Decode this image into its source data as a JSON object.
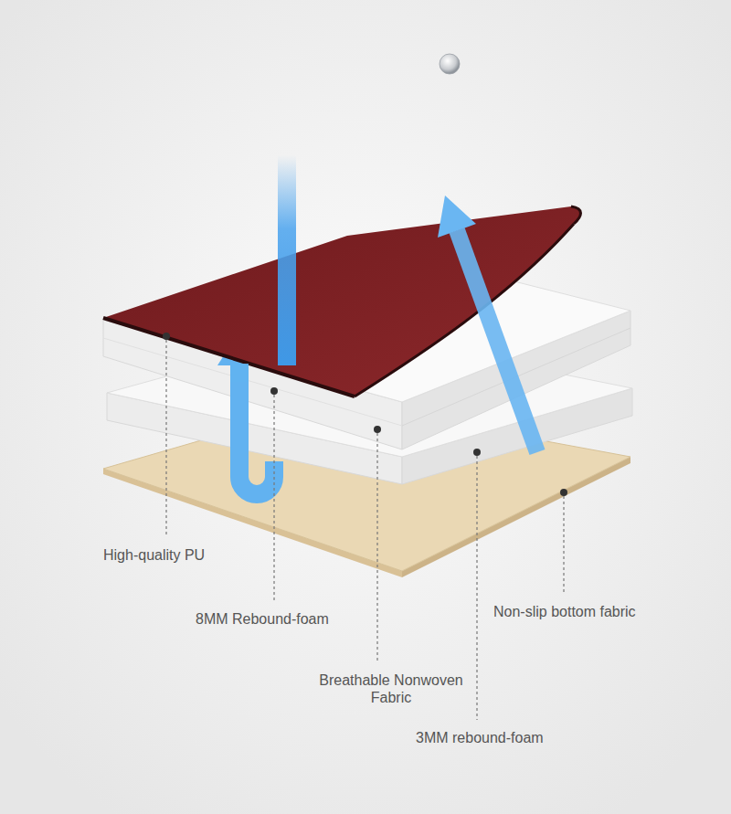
{
  "diagram": {
    "labels": [
      "High-quality PU",
      "Non-slip bottom fabric",
      "8MM Rebound-foam",
      "Breathable Nonwoven Fabric",
      "3MM rebound-foam"
    ]
  }
}
